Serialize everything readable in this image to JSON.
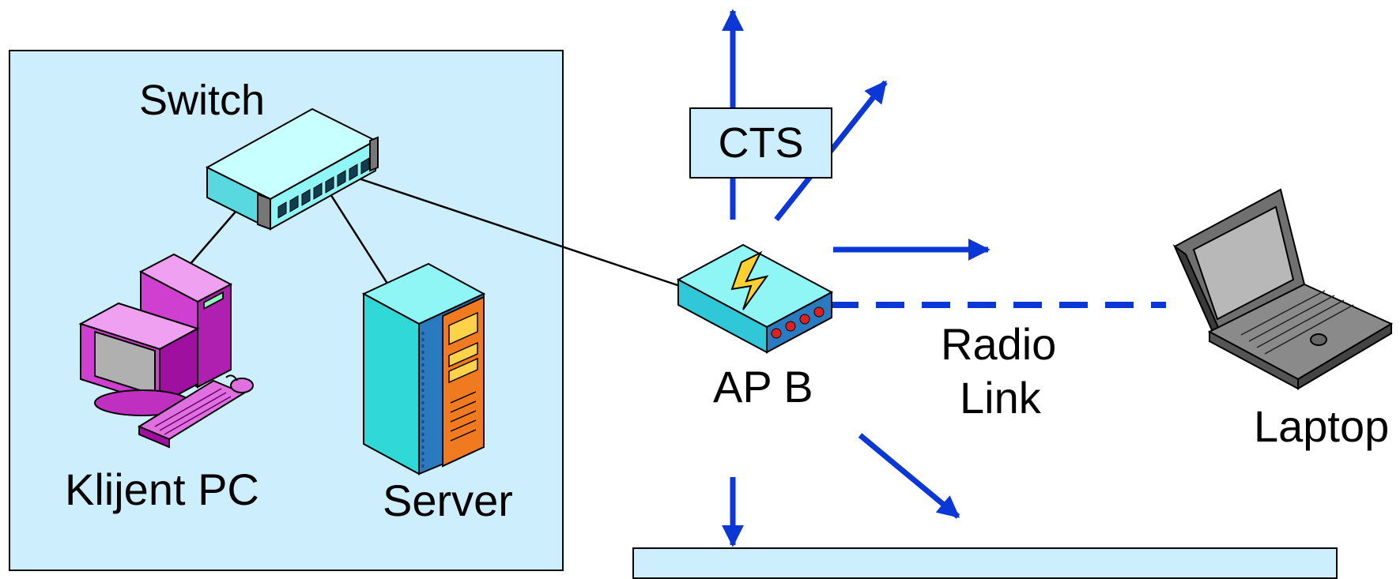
{
  "diagram": {
    "labels": {
      "switch": "Switch",
      "client_pc": "Klijent PC",
      "server": "Server",
      "access_point": "AP B",
      "radio_link_line1": "Radio",
      "radio_link_line2": "Link",
      "laptop": "Laptop",
      "cts": "CTS"
    },
    "colors": {
      "region_fill": "#cdeefc",
      "arrow": "#0a37d6",
      "switch_body": "#8ff5f5",
      "pc_body": "#d040d0",
      "server_body": "#30d8d8",
      "server_front": "#f07a20",
      "ap_body": "#5ee0ec",
      "laptop_body": "#555555"
    },
    "icons": [
      "network-switch-icon",
      "desktop-pc-icon",
      "server-tower-icon",
      "wireless-access-point-icon",
      "laptop-icon"
    ]
  }
}
